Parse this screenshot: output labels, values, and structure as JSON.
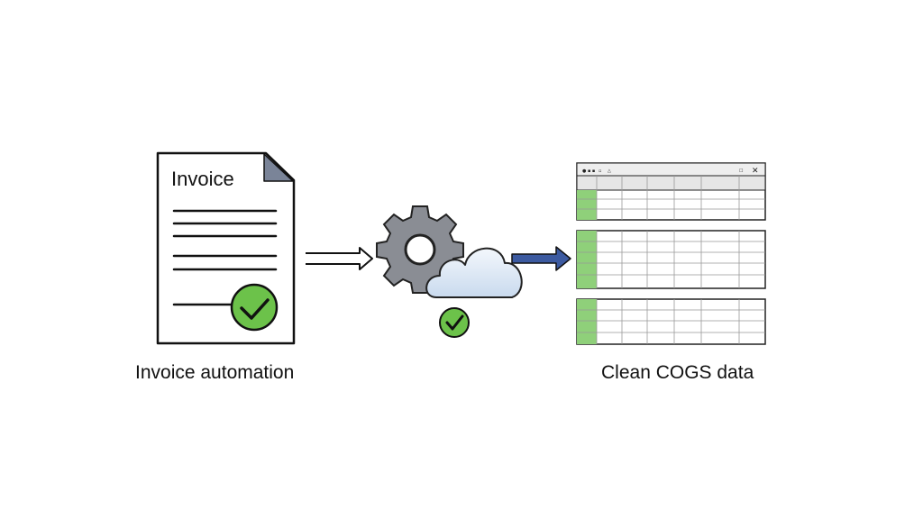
{
  "document": {
    "title": "Invoice",
    "caption": "Invoice automation"
  },
  "output": {
    "caption": "Clean COGS data"
  },
  "icons": {
    "invoice": "invoice-document-icon",
    "gear": "gear-icon",
    "cloud": "cloud-icon",
    "check": "check-circle-icon",
    "spreadsheet": "spreadsheet-icon"
  },
  "colors": {
    "check_green": "#6cc24a",
    "gear_gray": "#8a8d94",
    "cloud_blue": "#dce8f5",
    "arrow_blue": "#3c5aa0",
    "doc_fold": "#7a8498",
    "sheet_green": "#8fd07a"
  }
}
